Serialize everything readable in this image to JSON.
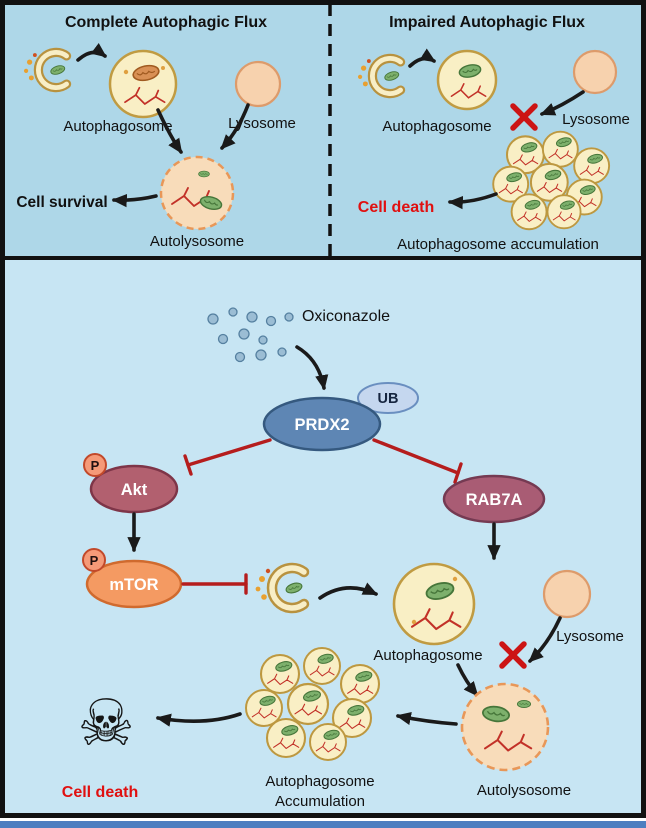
{
  "figure": {
    "top_left": {
      "title": "Complete Autophagic Flux",
      "labels": {
        "autophagosome": "Autophagosome",
        "lysosome": "Lysosome",
        "cell_survival": "Cell survival",
        "autolysosome": "Autolysosome"
      }
    },
    "top_right": {
      "title": "Impaired Autophagic Flux",
      "labels": {
        "autophagosome": "Autophagosome",
        "lysosome": "Lysosome",
        "cell_death": "Cell death",
        "accumulation": "Autophagosome accumulation"
      }
    },
    "pathway": {
      "drug": "Oxiconazole",
      "nodes": {
        "prdx2": "PRDX2",
        "ub": "UB",
        "akt": "Akt",
        "mtor": "mTOR",
        "rab7a": "RAB7A",
        "phospho": "P"
      },
      "labels": {
        "autophagosome": "Autophagosome",
        "lysosome": "Lysosome",
        "autolysosome": "Autolysosome",
        "accumulation_line1": "Autophagosome",
        "accumulation_line2": "Accumulation",
        "cell_death": "Cell death"
      },
      "skull_glyph": "☠"
    },
    "colors": {
      "top_bg": "#aed7e8",
      "bottom_bg": "#c7e5f3",
      "inhibit_red": "#b51d1d",
      "cross_red": "#cc1414",
      "death_red": "#e01010",
      "prdx2_fill": "#5e86b4",
      "ub_fill": "#c5d7ef",
      "akt_fill": "#b2606f",
      "rab7a_fill": "#a95c74",
      "mtor_fill": "#f49a62",
      "vesicle_fill": "#f9efc5",
      "lysosome_fill": "#f7d2ae",
      "footer_band": "#4d7ec0"
    }
  }
}
